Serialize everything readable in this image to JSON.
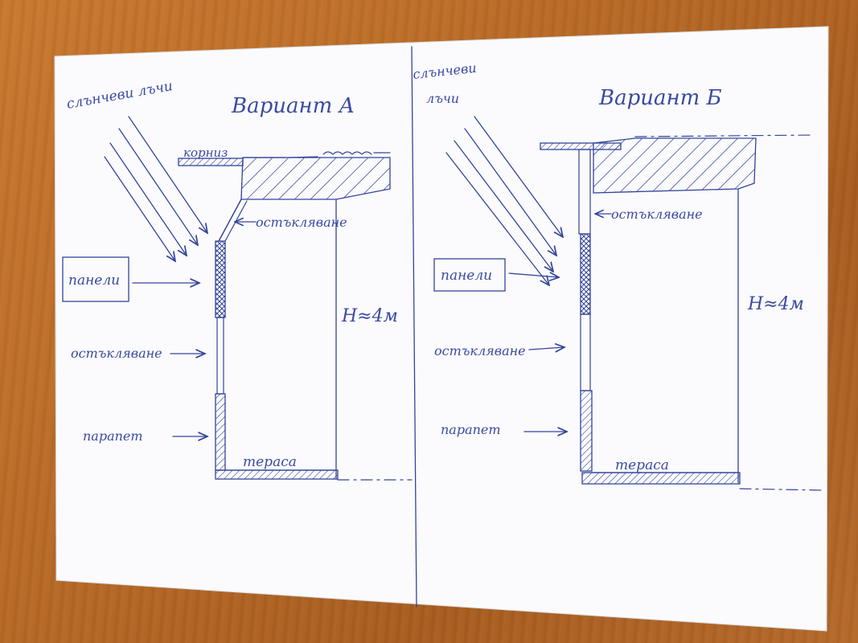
{
  "variant_a": {
    "title": "Вариант А",
    "rays_label": "слънчеви лъчи",
    "cornice_label": "корниз",
    "glazing_top_label": "остъкляване",
    "panels_label": "панели",
    "height_label": "H≈4м",
    "glazing_label": "остъкляване",
    "parapet_label": "парапет",
    "terrace_label": "тераса"
  },
  "variant_b": {
    "title": "Вариант Б",
    "rays_label_line1": "слънчеви",
    "rays_label_line2": "лъчи",
    "glazing_top_label": "остъкляване",
    "panels_label": "панели",
    "height_label": "H≈4м",
    "glazing_label": "остъкляване",
    "parapet_label": "парапет",
    "terrace_label": "тераса"
  },
  "colors": {
    "ink": "#33449a",
    "paper": "#fbfbfd",
    "table": "#b86a26"
  }
}
